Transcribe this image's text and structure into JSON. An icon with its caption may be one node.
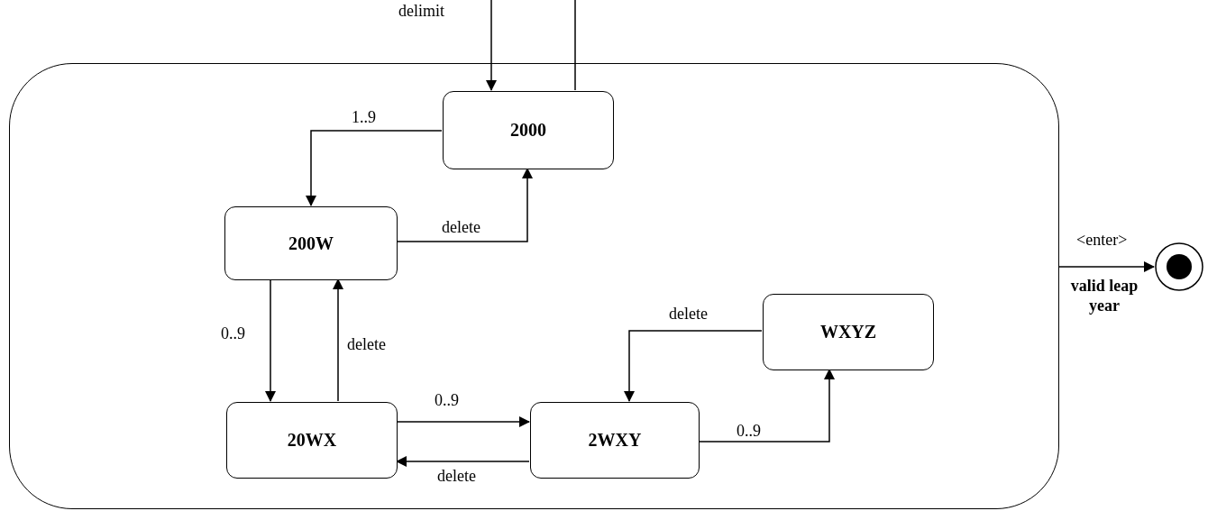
{
  "diagram": {
    "nodes": [
      {
        "text": [],
        "shape": "box"
      },
      {
        "text": [
          "2000"
        ],
        "in": 0
      },
      {
        "text": [
          "200W"
        ],
        "in": 0
      },
      {
        "text": [
          "20WX"
        ],
        "in": 0
      },
      {
        "text": [
          "2WXY"
        ],
        "in": 0
      },
      {
        "text": [
          "WXYZ"
        ],
        "in": 0
      },
      {
        "text": [],
        "shape": "circle"
      }
    ],
    "edges": [
      {
        "from": null,
        "to": 1,
        "arrow": "to",
        "label": "delimit"
      },
      {
        "from": 1,
        "to": null,
        "arrow": "none"
      },
      {
        "from": 1,
        "to": 2,
        "arrow": "to",
        "label": "1..9"
      },
      {
        "from": 2,
        "to": 1,
        "arrow": "to",
        "label": "delete"
      },
      {
        "from": 2,
        "to": 3,
        "arrow": "to",
        "label": "0..9"
      },
      {
        "from": 3,
        "to": 2,
        "arrow": "to",
        "label": "delete"
      },
      {
        "from": 3,
        "to": 4,
        "arrow": "to",
        "label": "0..9"
      },
      {
        "from": 4,
        "to": 3,
        "arrow": "to",
        "label": "delete"
      },
      {
        "from": 4,
        "to": 5,
        "arrow": "to",
        "label": "0..9"
      },
      {
        "from": 5,
        "to": 4,
        "arrow": "to",
        "label": "delete"
      },
      {
        "from": 0,
        "to": 6,
        "arrow": "to",
        "label": "<enter>"
      }
    ],
    "labels": [
      "valid leap year"
    ]
  }
}
